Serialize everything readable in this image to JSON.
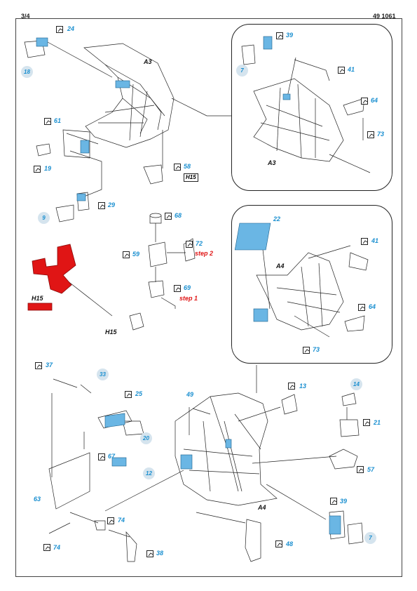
{
  "header": {
    "page": "3/4",
    "sheet_code": "49 1061"
  },
  "assembly_labels": {
    "a3_main": "A3",
    "a3_inset": "A3",
    "a4_inset": "A4",
    "a4_main": "A4",
    "h15_main": "H15",
    "h15_red": "H15",
    "h15_tag": "H15"
  },
  "step_labels": {
    "step2": "step 2",
    "step1": "step 1"
  },
  "plastic_parts": [
    "18",
    "7",
    "9",
    "33",
    "20",
    "12",
    "14",
    "7"
  ],
  "etched_parts": [
    "24",
    "61",
    "19",
    "29",
    "58",
    "68",
    "59",
    "72",
    "69",
    "39",
    "41",
    "64",
    "73",
    "22",
    "41",
    "64",
    "73",
    "37",
    "25",
    "67",
    "63",
    "74",
    "74",
    "38",
    "49",
    "13",
    "21",
    "57",
    "48",
    "39"
  ],
  "colors": {
    "part_blue": "#1a8fd0",
    "highlight_red": "#e01515",
    "etch_fill": "#6ab6e4",
    "circle_bg": "#d5e4ee",
    "line": "#222222"
  }
}
